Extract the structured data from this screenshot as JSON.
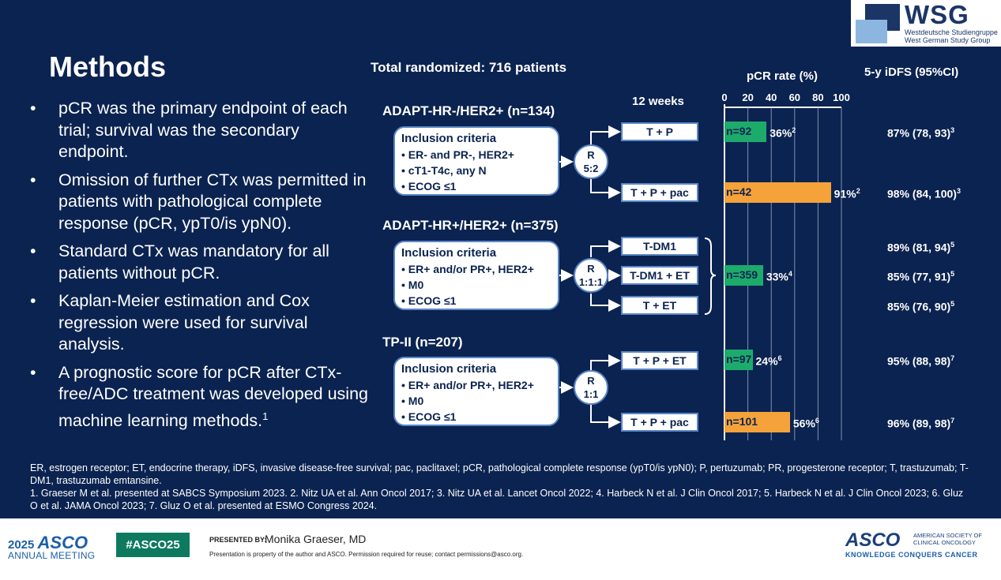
{
  "logo": {
    "name": "WSG",
    "line1": "Westdeutsche Studiengruppe",
    "line2": "West German Study Group"
  },
  "title": "Methods",
  "bullets": [
    "pCR was the primary endpoint of each trial; survival was the secondary endpoint.",
    "Omission of further CTx was permitted in patients with pathological complete response (pCR, ypT0/is ypN0).",
    "Standard CTx was mandatory for all patients without pCR.",
    "Kaplan-Meier estimation and Cox regression were used for survival analysis.",
    "A prognostic score for pCR after CTx-free/ADC treatment was developed using machine learning methods."
  ],
  "bullet_last_ref": "1",
  "headers": {
    "total": "Total randomized: 716 patients",
    "weeks": "12 weeks",
    "pcr": "pCR rate (%)",
    "idfs": "5-y iDFS (95%CI)"
  },
  "axis": {
    "ticks": [
      "0",
      "20",
      "40",
      "60",
      "80",
      "100"
    ],
    "max": 100
  },
  "colors": {
    "background": "#0b2350",
    "green": "#1dab6c",
    "orange": "#f5a23a",
    "box_border": "#5b86c6"
  },
  "trials": [
    {
      "name": "ADAPT-HR-/HER2+ (n=134)",
      "criteria_title": "Inclusion criteria",
      "criteria": [
        "• ER- and PR-, HER2+",
        "• cT1-T4c, any N",
        "• ECOG ≤1"
      ],
      "rand_label": "R",
      "ratio": "5:2",
      "arms": [
        "T + P",
        "T + P + pac"
      ]
    },
    {
      "name": "ADAPT-HR+/HER2+ (n=375)",
      "criteria_title": "Inclusion criteria",
      "criteria": [
        "• ER+ and/or PR+, HER2+",
        "• M0",
        "• ECOG ≤1"
      ],
      "rand_label": "R",
      "ratio": "1:1:1",
      "arms": [
        "T-DM1",
        "T-DM1 + ET",
        "T + ET"
      ]
    },
    {
      "name": "TP-II (n=207)",
      "criteria_title": "Inclusion criteria",
      "criteria": [
        "• ER+ and/or PR+, HER2+",
        "• M0",
        "• ECOG ≤1"
      ],
      "rand_label": "R",
      "ratio": "1:1",
      "arms": [
        "T + P + ET",
        "T + P + pac"
      ]
    }
  ],
  "pcr_bars": [
    {
      "n": "n=92",
      "value": 36,
      "label": "36%",
      "ref": "2",
      "color": "green"
    },
    {
      "n": "n=42",
      "value": 91,
      "label": "91%",
      "ref": "2",
      "color": "orange"
    },
    {
      "n": "n=359",
      "value": 33,
      "label": "33%",
      "ref": "4",
      "color": "green"
    },
    {
      "n": "n=97",
      "value": 24,
      "label": "24%",
      "ref": "6",
      "color": "green"
    },
    {
      "n": "n=101",
      "value": 56,
      "label": "56%",
      "ref": "6",
      "color": "orange"
    }
  ],
  "idfs": [
    {
      "text": "87% (78, 93)",
      "ref": "3"
    },
    {
      "text": "98% (84, 100)",
      "ref": "3"
    },
    {
      "text": "89% (81, 94)",
      "ref": "5"
    },
    {
      "text": "85% (77, 91)",
      "ref": "5"
    },
    {
      "text": "85% (76, 90)",
      "ref": "5"
    },
    {
      "text": "95% (88, 98)",
      "ref": "7"
    },
    {
      "text": "96% (89, 98)",
      "ref": "7"
    }
  ],
  "footnotes": {
    "abbrev": "ER, estrogen receptor; ET, endocrine therapy, iDFS, invasive disease-free survival; pac, paclitaxel; pCR, pathological complete response (ypT0/is ypN0); P, pertuzumab; PR, progesterone receptor; T, trastuzumab; T-DM1, trastuzumab emtansine.",
    "refs": "1. Graeser M et al. presented at SABCS Symposium 2023. 2. Nitz UA et al. Ann Oncol 2017; 3. Nitz UA et al. Lancet Oncol 2022; 4. Harbeck N et al. J Clin Oncol 2017; 5. Harbeck N et al. J Clin Oncol 2023; 6. Gluz O et al. JAMA Oncol 2023; 7. Gluz O et al. presented at ESMO Congress 2024."
  },
  "footer": {
    "meeting_year": "2025",
    "meeting_asco": "ASCO",
    "meeting_sub": "ANNUAL MEETING",
    "hashtag": "#ASCO25",
    "presented_by": "PRESENTED BY:",
    "presenter": "Monika Graeser, MD",
    "property": "Presentation is property of the author and ASCO. Permission required for reuse; contact permissions@asco.org.",
    "asco": "ASCO",
    "asco_org": "AMERICAN SOCIETY OF CLINICAL ONCOLOGY",
    "asco_tag": "KNOWLEDGE CONQUERS CANCER"
  }
}
